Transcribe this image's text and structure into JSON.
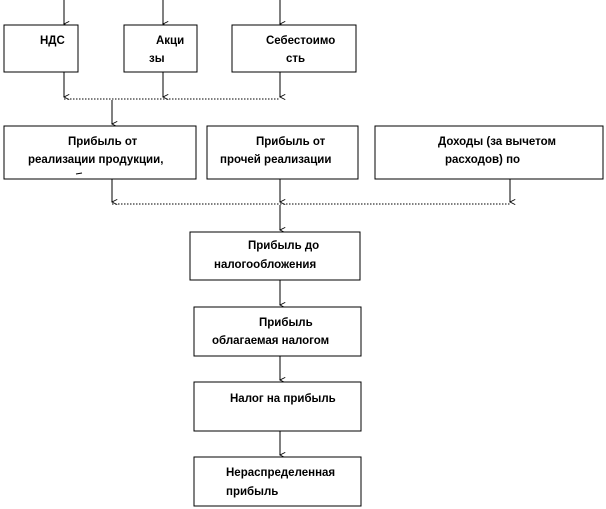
{
  "boxes": {
    "nds": {
      "lines": [
        "НДС"
      ]
    },
    "akcizy": {
      "lines": [
        "Акци",
        "зы"
      ]
    },
    "sebestoimost": {
      "lines": [
        "Себестоимо",
        "сть"
      ]
    },
    "pribyl_realizacii": {
      "lines": [
        "Прибыль от",
        "реализации продукции,"
      ]
    },
    "pribyl_prochei": {
      "lines": [
        "Прибыль от",
        "прочей реализации"
      ]
    },
    "dohody": {
      "lines": [
        "Доходы (за вычетом",
        "расходов) по"
      ]
    },
    "pribyl_do_nalog": {
      "lines": [
        "Прибыль до",
        "налогообложения"
      ]
    },
    "pribyl_oblagaemaya": {
      "lines": [
        "Прибыль",
        "облагаемая налогом"
      ]
    },
    "nalog": {
      "lines": [
        "Налог на прибыль"
      ]
    },
    "neraspredelennaya": {
      "lines": [
        "Нераспределенная",
        "прибыль"
      ]
    }
  }
}
